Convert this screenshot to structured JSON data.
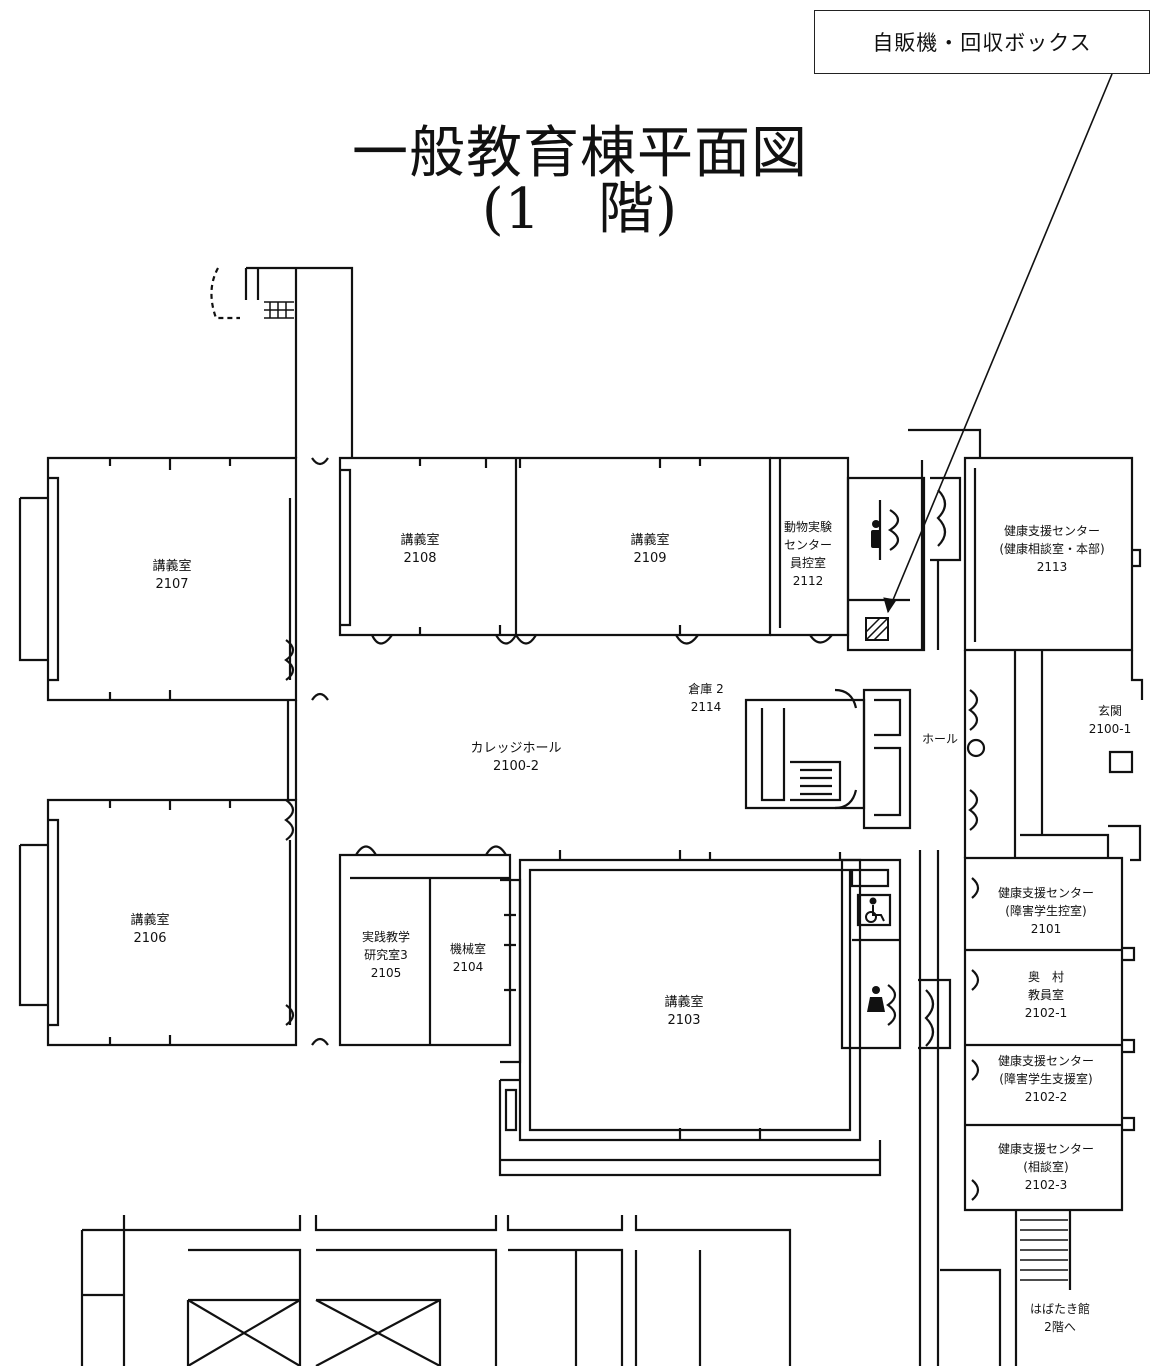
{
  "callout": {
    "label": "自販機・回収ボックス"
  },
  "title": {
    "line1": "一般教育棟平面図",
    "line2": "(1　階)"
  },
  "rooms": {
    "r2107": {
      "name": "講義室",
      "number": "2107"
    },
    "r2108": {
      "name": "講義室",
      "number": "2108"
    },
    "r2109": {
      "name": "講義室",
      "number": "2109"
    },
    "r2112": {
      "name_line1": "動物実験",
      "name_line2": "センター",
      "name_line3": "員控室",
      "number": "2112"
    },
    "r2113": {
      "name_line1": "健康支援センター",
      "name_line2": "(健康相談室・本部)",
      "number": "2113"
    },
    "r2114": {
      "name": "倉庫 2",
      "number": "2114"
    },
    "r2100_1": {
      "name": "玄関",
      "number": "2100-1"
    },
    "r2100_2": {
      "name": "カレッジホール",
      "number": "2100-2"
    },
    "hall": {
      "name": "ホール"
    },
    "r2106": {
      "name": "講義室",
      "number": "2106"
    },
    "r2105": {
      "name_line1": "実践教学",
      "name_line2": "研究室3",
      "number": "2105"
    },
    "r2104": {
      "name": "機械室",
      "number": "2104"
    },
    "r2103": {
      "name": "講義室",
      "number": "2103"
    },
    "r2101": {
      "name_line1": "健康支援センター",
      "name_line2": "(障害学生控室)",
      "number": "2101"
    },
    "r2102_1": {
      "name_line1": "奥　村",
      "name_line2": "教員室",
      "number": "2102-1"
    },
    "r2102_2": {
      "name_line1": "健康支援センター",
      "name_line2": "(障害学生支援室)",
      "number": "2102-2"
    },
    "r2102_3": {
      "name_line1": "健康支援センター",
      "name_line2": "(相談室)",
      "number": "2102-3"
    }
  },
  "stairs_note": {
    "line1": "はばたき館",
    "line2": "2階へ"
  },
  "icons": [
    "restroom-male-icon",
    "restroom-female-icon",
    "wheelchair-icon",
    "vending-machine-icon"
  ]
}
